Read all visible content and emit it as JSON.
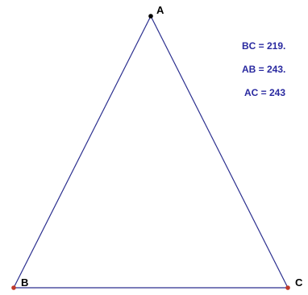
{
  "figure": {
    "vertices": [
      {
        "label": "A",
        "point_color": "#000000"
      },
      {
        "label": "B",
        "point_color": "#c0392b"
      },
      {
        "label": "C",
        "point_color": "#c0392b"
      }
    ],
    "segments": [
      {
        "from": "A",
        "to": "B"
      },
      {
        "from": "A",
        "to": "C"
      },
      {
        "from": "B",
        "to": "C"
      }
    ],
    "measurements": [
      {
        "text": "BC = 219."
      },
      {
        "text": "AB = 243."
      },
      {
        "text": "AC = 243"
      }
    ]
  },
  "colors": {
    "segment": "#2b2f8f",
    "measurement_text": "#2a2aa0",
    "vertex_label": "#000000",
    "background": "#ffffff"
  }
}
